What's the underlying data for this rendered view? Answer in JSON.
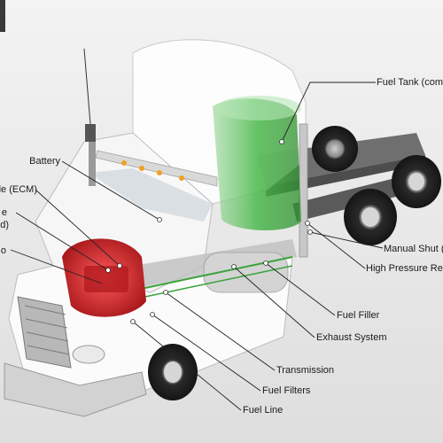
{
  "labels": {
    "fuel_tank": "Fuel Tank (com",
    "battery": "Battery",
    "ecm": "le (ECM)",
    "engine_line1": "e",
    "engine_line2": "d)",
    "engine_partial": "o",
    "manual_shutoff": "Manual Shut (",
    "high_pressure_regulator": "High Pressure Re",
    "fuel_filler": "Fuel Filler",
    "exhaust_system": "Exhaust System",
    "transmission": "Transmission",
    "fuel_filters": "Fuel Filters",
    "fuel_line": "Fuel Line"
  },
  "colors": {
    "background": "#ececec",
    "fuel_tank_highlight": "#4ab84a",
    "engine_highlight": "#d4242a",
    "leader_line": "#222222",
    "callout_dot": "#ffffff"
  }
}
